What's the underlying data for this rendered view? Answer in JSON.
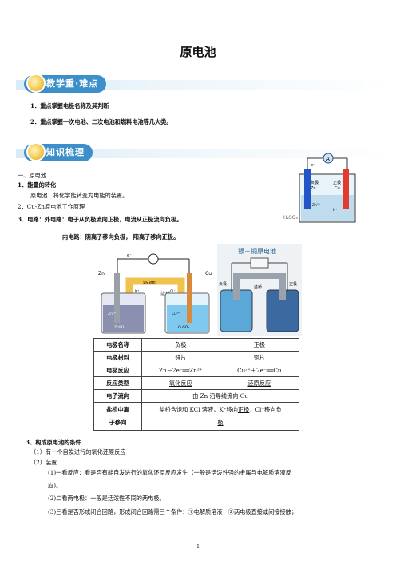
{
  "title": "原电池",
  "banner1": "教学重·难点",
  "banner2": "知识梳理",
  "goals": [
    "1．重点掌握电极名称及其判断",
    "2．重点掌握一次电池、二次电池和燃料电池等几大类。"
  ],
  "s1": {
    "h": "一、原电池",
    "p1": "1．能量的转化",
    "p1b": "原电池：将化学能转变为电能的装置。",
    "p2": "2．Cu-Zn原电池工作原理",
    "p3": "3．电路：外电路：电子从负极流向正极，电流从正极流向负极。",
    "p3b": "内电路：阴离子移向负极，   阳离子移向正极。"
  },
  "fig1": {
    "neg": "负极",
    "zn": "Zn",
    "pos": "正极",
    "cu": "Cu",
    "h2so4": "H₂SO₄",
    "e": "e⁻",
    "zn2": "Zn²⁺",
    "h": "H⁺",
    "a": "A"
  },
  "fig2": {
    "e": "e⁻",
    "zn": "Zn",
    "cu": "Cu",
    "bridge": "盐桥",
    "salt": "5% 琼脂",
    "k": "K⁺",
    "cl": "Cl⁻",
    "znso4": "ZnSO₄",
    "cuso4": "CuSO₄",
    "zn2": "Zn²⁺",
    "cu2": "Cu²⁺"
  },
  "fig3": {
    "title": "银－铜原电池",
    "neg": "负极",
    "pos": "正极",
    "bridge": "盐桥"
  },
  "table": {
    "header": [
      "电极名称",
      "负极",
      "正极"
    ],
    "r1": [
      "电极材料",
      "锌片",
      "铜片"
    ],
    "r2": [
      "电极反应",
      "Zn－2e⁻══Zn²⁺",
      "Cu²⁺＋2e⁻══Cu"
    ],
    "r3": [
      "反应类型",
      "氧化反应",
      "还原反应"
    ],
    "r4": [
      "电子流向",
      "由 Zn 沿导线流向 Cu"
    ],
    "r5a": "盐桥中离",
    "r5b": "子移向",
    "r5c1": "盐桥含饱和 KCl 溶液，K⁺移向",
    "r5c2": "正极",
    "r5c3": "，Cl⁻移向负",
    "r5c4": "极"
  },
  "s3": {
    "h": "3、构成原电池的条件",
    "a": "（1）有一个自发进行的氧化还原反应",
    "b": "（2）装置",
    "c1": "(1)一看反应：看是否有能自发进行的氧化还原反应发生（一般是活泼性强的金属与电解质溶液反",
    "c2": "应)。",
    "d": "(2)二看两电极：一般是活泼性不同的两电极。",
    "e": "(3)三看是否形成闭合回路，形成闭合回路需三个条件：①电解质溶液；②两电极直接或间接接触；"
  },
  "page": "1"
}
